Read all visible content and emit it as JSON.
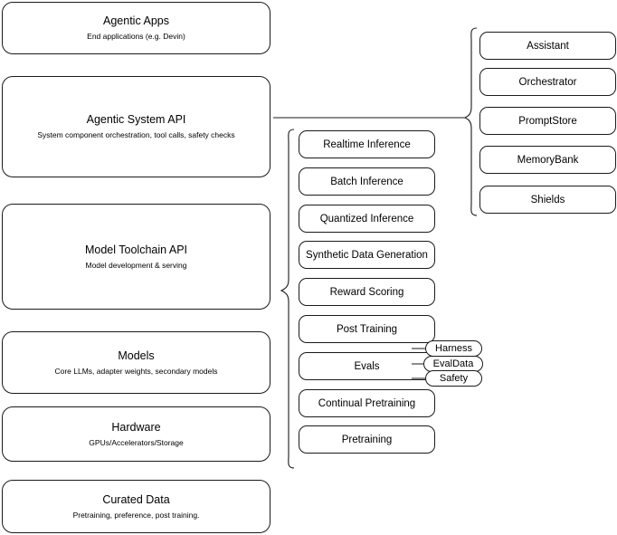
{
  "diagram": {
    "title": "Agentic stack layer diagram",
    "stroke_color": "#1a1a1a",
    "background_color": "#ffffff"
  },
  "layers": [
    {
      "name": "agentic-apps",
      "title": "Agentic Apps",
      "subtitle": "End applications (e.g. Devin)"
    },
    {
      "name": "agentic-system-api",
      "title": "Agentic System API",
      "subtitle": "System component orchestration, tool calls, safety checks"
    },
    {
      "name": "model-toolchain-api",
      "title": "Model Toolchain API",
      "subtitle": "Model development & serving"
    },
    {
      "name": "models",
      "title": "Models",
      "subtitle": "Core LLMs, adapter weights, secondary models"
    },
    {
      "name": "hardware",
      "title": "Hardware",
      "subtitle": "GPUs/Accelerators/Storage"
    },
    {
      "name": "curated-data",
      "title": "Curated Data",
      "subtitle": "Pretraining, preference, post training."
    }
  ],
  "toolchain_components": [
    {
      "name": "realtime-inference",
      "label": "Realtime Inference"
    },
    {
      "name": "batch-inference",
      "label": "Batch Inference"
    },
    {
      "name": "quantized-inference",
      "label": "Quantized Inference"
    },
    {
      "name": "synthetic-data-generation",
      "label": "Synthetic Data Generation"
    },
    {
      "name": "reward-scoring",
      "label": "Reward Scoring"
    },
    {
      "name": "post-training",
      "label": "Post Training"
    },
    {
      "name": "evals",
      "label": "Evals"
    },
    {
      "name": "continual-pretraining",
      "label": "Continual Pretraining"
    },
    {
      "name": "pretraining",
      "label": "Pretraining"
    }
  ],
  "system_components": [
    {
      "name": "assistant",
      "label": "Assistant"
    },
    {
      "name": "orchestrator",
      "label": "Orchestrator"
    },
    {
      "name": "promptstore",
      "label": "PromptStore"
    },
    {
      "name": "memorybank",
      "label": "MemoryBank"
    },
    {
      "name": "shields",
      "label": "Shields"
    }
  ],
  "evals_subcomponents": [
    {
      "name": "harness",
      "label": "Harness"
    },
    {
      "name": "evaldata",
      "label": "EvalData"
    },
    {
      "name": "safety",
      "label": "Safety"
    }
  ]
}
